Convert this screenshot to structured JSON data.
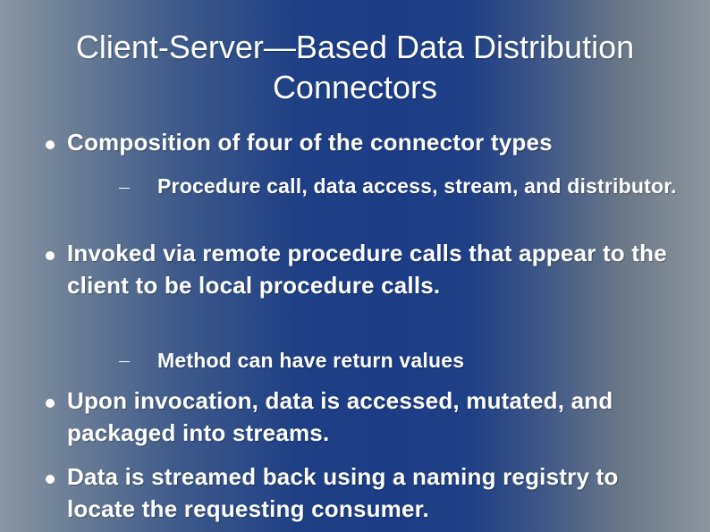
{
  "title": "Client-Server—Based Data Distribution Connectors",
  "bullets": [
    "Composition of four of the connector types",
    "Invoked via remote procedure calls that appear to the client to be local procedure calls.",
    "Upon invocation, data is accessed, mutated, and packaged into streams.",
    "Data is streamed back using a naming registry to locate the requesting consumer."
  ],
  "sub_bullets": [
    "Procedure call, data access, stream, and distributor.",
    "Method can have return values"
  ],
  "icons": {
    "bullet": "filled-circle-bullet",
    "sub_bullet": "dash-bullet"
  }
}
